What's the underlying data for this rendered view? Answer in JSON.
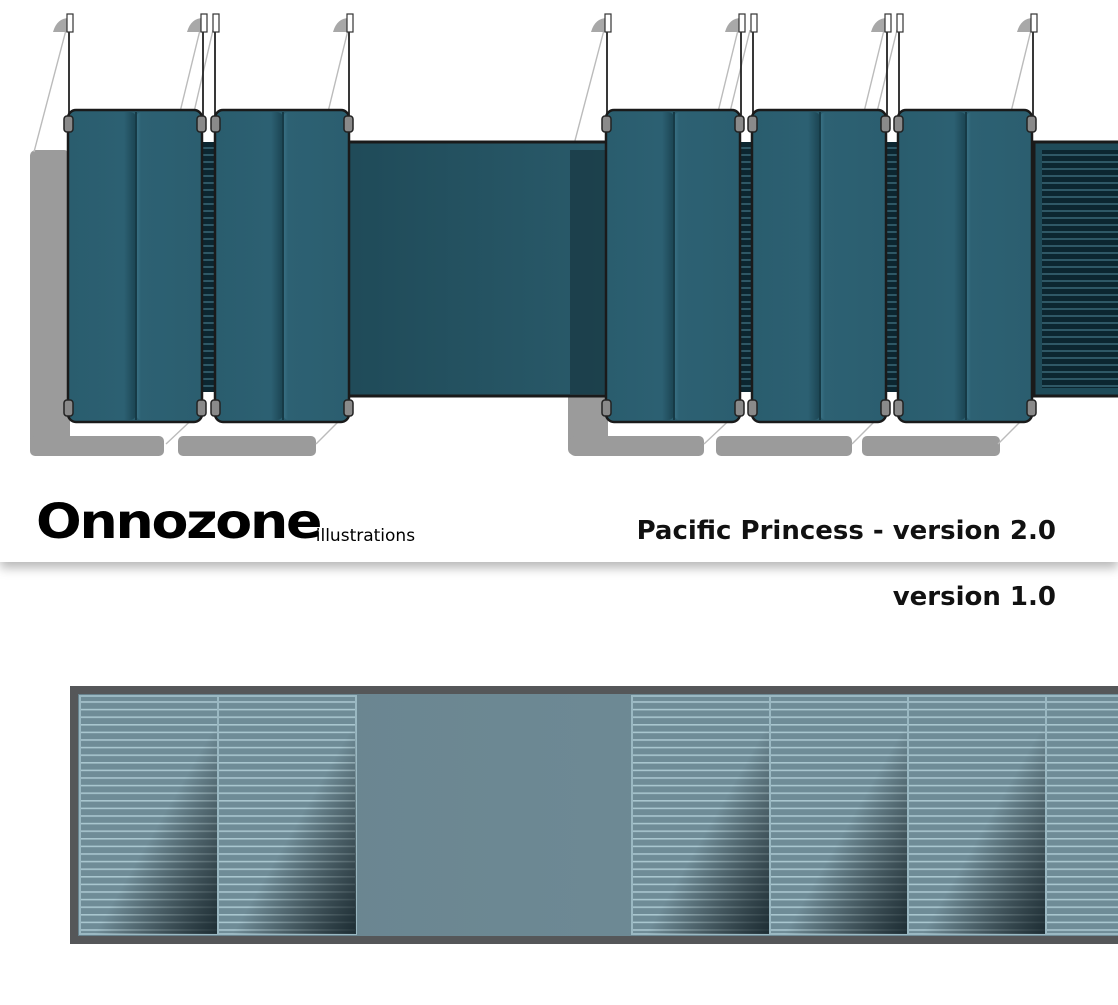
{
  "brand": {
    "logo_text": "Onnozone",
    "sub_text": "illustrations"
  },
  "illustration_v2": {
    "title": "Pacific Princess - version 2.0",
    "colors": {
      "panel": "#2b5d6e",
      "panel_dark": "#1d4654",
      "connector": "#234f5e",
      "grille": "#0e2d38",
      "shadow": "#9a9a9a",
      "hanger": "#555555"
    },
    "icons": [
      "hanging-panel-icon",
      "ceiling-hook-icon",
      "vent-grille-icon"
    ]
  },
  "illustration_v1": {
    "title": "version 1.0",
    "colors": {
      "frame": "#555759",
      "panel": "#6e8a95",
      "grille": "#8fb1bc",
      "grille_dark": "#1e2f37"
    }
  }
}
